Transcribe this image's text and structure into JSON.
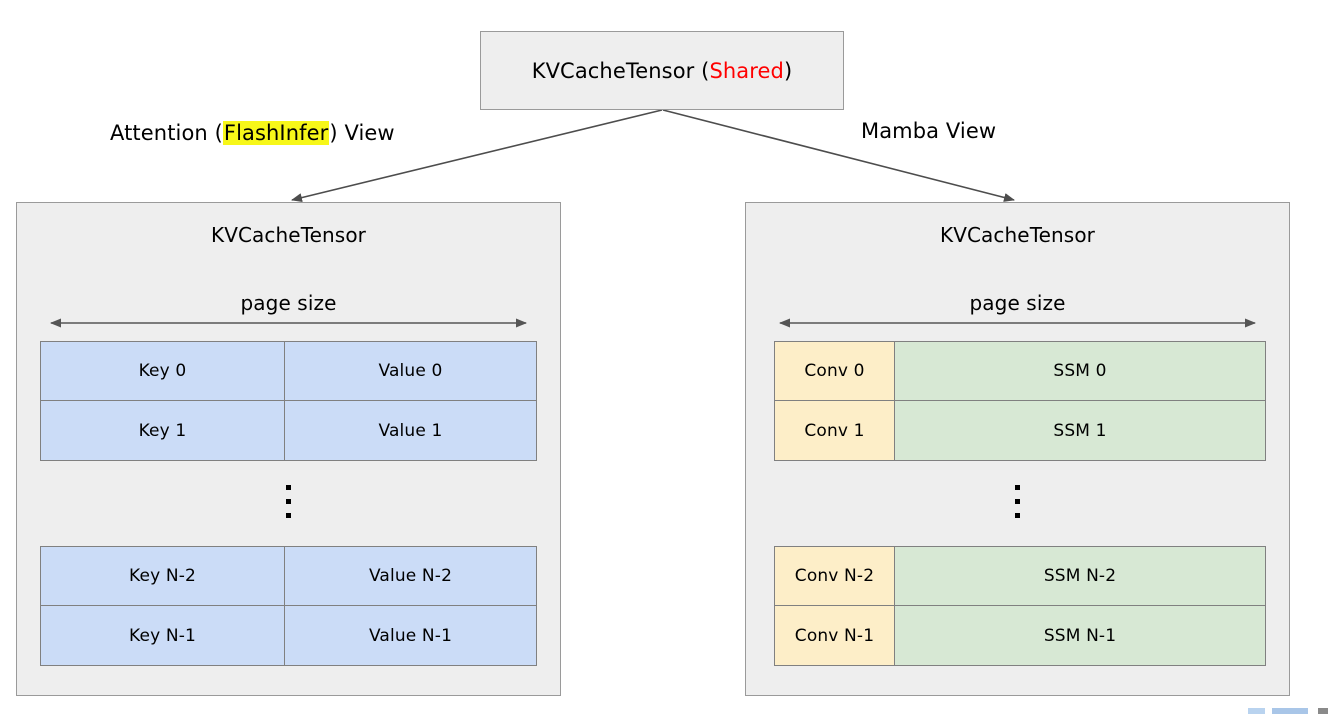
{
  "diagram": {
    "top_box": {
      "label_main": "KVCacheTensor (",
      "label_highlight": "Shared",
      "label_tail": ")",
      "full_label": "KVCacheTensor (Shared)",
      "highlight_color": "#ff0000"
    },
    "views": {
      "left": {
        "caption_prefix": "Attention (",
        "caption_highlight": "FlashInfer",
        "caption_suffix": ") View",
        "full_caption": "Attention (FlashInfer) View",
        "highlight_color": "#f7f719"
      },
      "right": {
        "full_caption": "Mamba View"
      }
    },
    "panels": [
      {
        "id": "left",
        "title": "KVCacheTensor",
        "measure_label": "page size",
        "ellipsis": "vertical-ellipsis",
        "columns": [
          "Key",
          "Value"
        ],
        "colors": {
          "col1": "#cbdcf7",
          "col2": "#cbdcf7"
        },
        "rows_top": [
          {
            "col1": "Key 0",
            "col2": "Value 0"
          },
          {
            "col1": "Key 1",
            "col2": "Value 1"
          }
        ],
        "rows_bottom": [
          {
            "col1": "Key N-2",
            "col2": "Value N-2"
          },
          {
            "col1": "Key N-1",
            "col2": "Value N-1"
          }
        ]
      },
      {
        "id": "right",
        "title": "KVCacheTensor",
        "measure_label": "page size",
        "ellipsis": "vertical-ellipsis",
        "columns": [
          "Conv",
          "SSM"
        ],
        "colors": {
          "col1": "#fdeec8",
          "col2": "#d7e8d4"
        },
        "rows_top": [
          {
            "col1": "Conv 0",
            "col2": "SSM 0"
          },
          {
            "col1": "Conv 1",
            "col2": "SSM 1"
          }
        ],
        "rows_bottom": [
          {
            "col1": "Conv N-2",
            "col2": "SSM N-2"
          },
          {
            "col1": "Conv N-1",
            "col2": "SSM N-1"
          }
        ]
      }
    ],
    "connectors": [
      {
        "name": "arrow-to-attention-view",
        "from": "top-box-bottom",
        "to": "left-panel-top"
      },
      {
        "name": "arrow-to-mamba-view",
        "from": "top-box-bottom",
        "to": "right-panel-top"
      }
    ],
    "palette": {
      "panel_background": "#eeeeee",
      "panel_border": "#9a9a9a",
      "cell_border": "#808080",
      "line": "#4d4d4d"
    }
  }
}
